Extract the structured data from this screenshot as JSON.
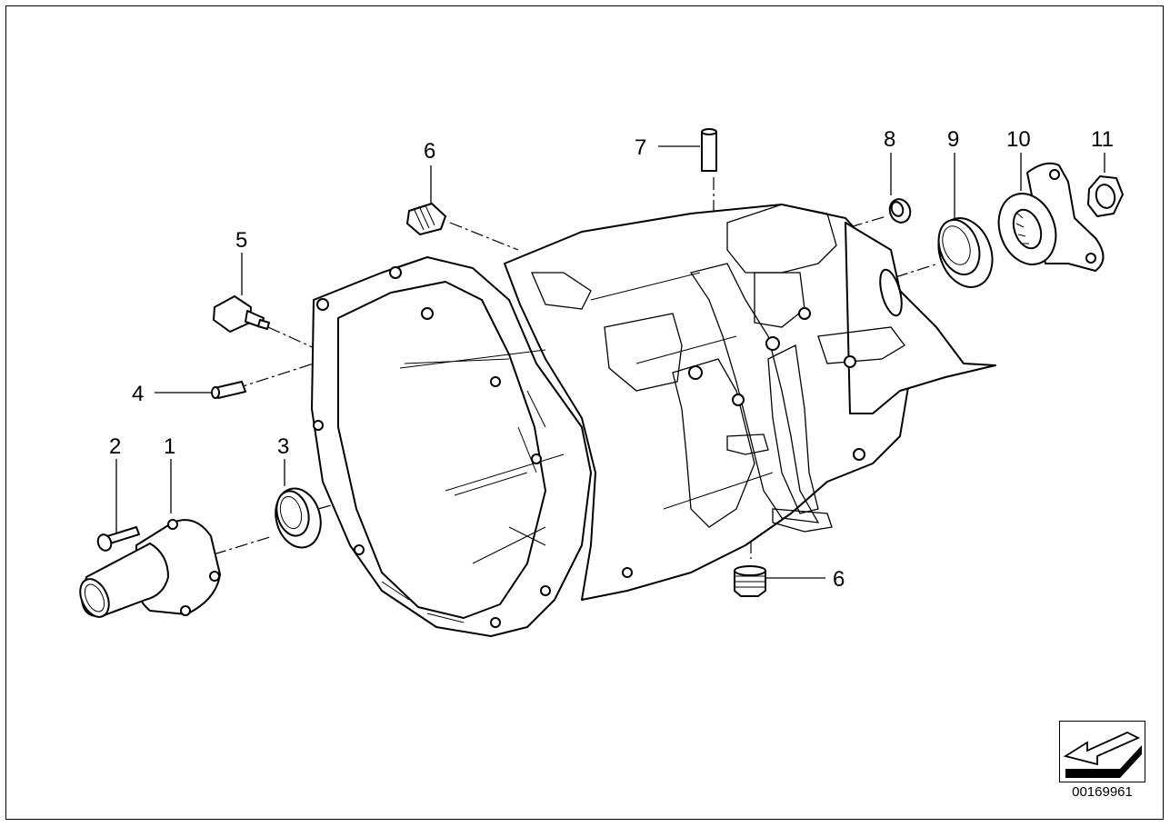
{
  "diagram": {
    "id": "00169961",
    "callouts": [
      "1",
      "2",
      "3",
      "4",
      "5",
      "6",
      "6",
      "7",
      "8",
      "9",
      "10",
      "11"
    ]
  },
  "icons": {
    "nav": "arrow-return-icon"
  }
}
